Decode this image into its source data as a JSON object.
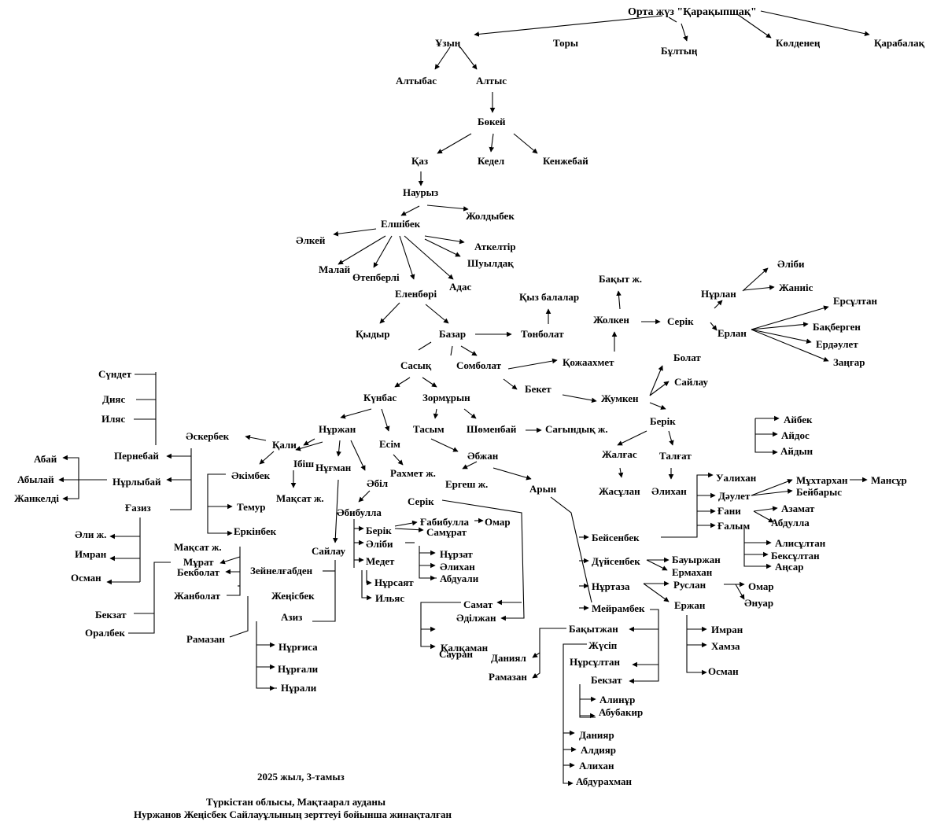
{
  "tree": {
    "root": "Орта жүз \"Қарақыпшақ\"",
    "nodes": [
      "Орта жүз \"Қарақыпшақ\"",
      "Ұзың",
      "Торы",
      "Бұлтың",
      "Көлденең",
      "Қарабалақ",
      "Алтыбас",
      "Алтыс",
      "Бөкей",
      "Қаз",
      "Кедел",
      "Кенжебай",
      "Наурыз",
      "Жолдыбек",
      "Елшібек",
      "Әлкей",
      "Аткелтір",
      "Шуылдақ",
      "Малай",
      "Өтепберлі",
      "Адас",
      "Еленбөрі",
      "Қыдыр",
      "Базар",
      "Тонболат",
      "Қыз балалар",
      "Жолкен",
      "Бақыт ж.",
      "Серік",
      "Нұрлан",
      "Әліби",
      "Жаниіс",
      "Ерлан",
      "Ерсұлтан",
      "Бақберген",
      "Ердәулет",
      "Заңғар",
      "Қожаахмет",
      "Сасық",
      "Сомболат",
      "Бекет",
      "Жумкен",
      "Болат",
      "Сайлау",
      "Берік",
      "Жалғас",
      "Талғат",
      "Жасұлан",
      "Әлихан",
      "Күнбас",
      "Зормұрын",
      "Тасым",
      "Шөменбай",
      "Сағындық ж.",
      "Әбжан",
      "Ергеш ж.",
      "Арын",
      "Нұржан",
      "Есім",
      "Рахмет ж.",
      "Әбіл",
      "Серік",
      "Қали",
      "Әскербек",
      "Ібіш",
      "Нұғман",
      "Мақсат ж.",
      "Әкімбек",
      "Темур",
      "Еркінбек",
      "Сүндет",
      "Дияс",
      "Иляс",
      "Пернебай",
      "Нұрлыбай",
      "Абай",
      "Абылай",
      "Жанкелді",
      "Ғазиз",
      "Әли ж.",
      "Имран",
      "Осман",
      "Бекзат",
      "Оралбек",
      "Мақсат ж.",
      "Мұрат",
      "Бекболат",
      "Жанболат",
      "Сайлау",
      "Зейнелғабден",
      "Жеңісбек",
      "Азиз",
      "Рамазан",
      "Нұрғиса",
      "Нұрғали",
      "Нұрали",
      "Әбибулла",
      "Берік",
      "Әліби",
      "Медет",
      "Ғабибулла",
      "Омар",
      "Самұрат",
      "Нұрзат",
      "Әлихан",
      "Абдуали",
      "Нұрсаят",
      "Ильяс",
      "Самат",
      "Әділжан",
      "Сауран",
      "Қалқаман",
      "Айбек",
      "Айдос",
      "Айдын",
      "Уалихан",
      "Дәулет",
      "Мұхтархан",
      "Мансұр",
      "Бейбарыс",
      "Ғани",
      "Азамат",
      "Абдулла",
      "Ғалым",
      "Алисұлтан",
      "Бексұлтан",
      "Аңсар",
      "Бейсенбек",
      "Дүйсенбек",
      "Бауыржан",
      "Ермахан",
      "Нұртаза",
      "Руслан",
      "Омар",
      "Әнуар",
      "Ержан",
      "Мейрамбек",
      "Имран",
      "Хамза",
      "Осман",
      "Бақытжан",
      "Даниял",
      "Рамазан",
      "Жүсіп",
      "Нұрсұлтан",
      "Бекзат",
      "Алинұр",
      "Абубакир",
      "Данияр",
      "Алдияр",
      "Алихан",
      "Абдурахман"
    ]
  },
  "footer": {
    "date": "2025 жыл, 3-тамыз",
    "place": "Түркістан облысы, Мақтаарал ауданы",
    "credit": "Нуржанов Жеңісбек Сайлауұлының зерттеуі бойынша жинақталған"
  }
}
